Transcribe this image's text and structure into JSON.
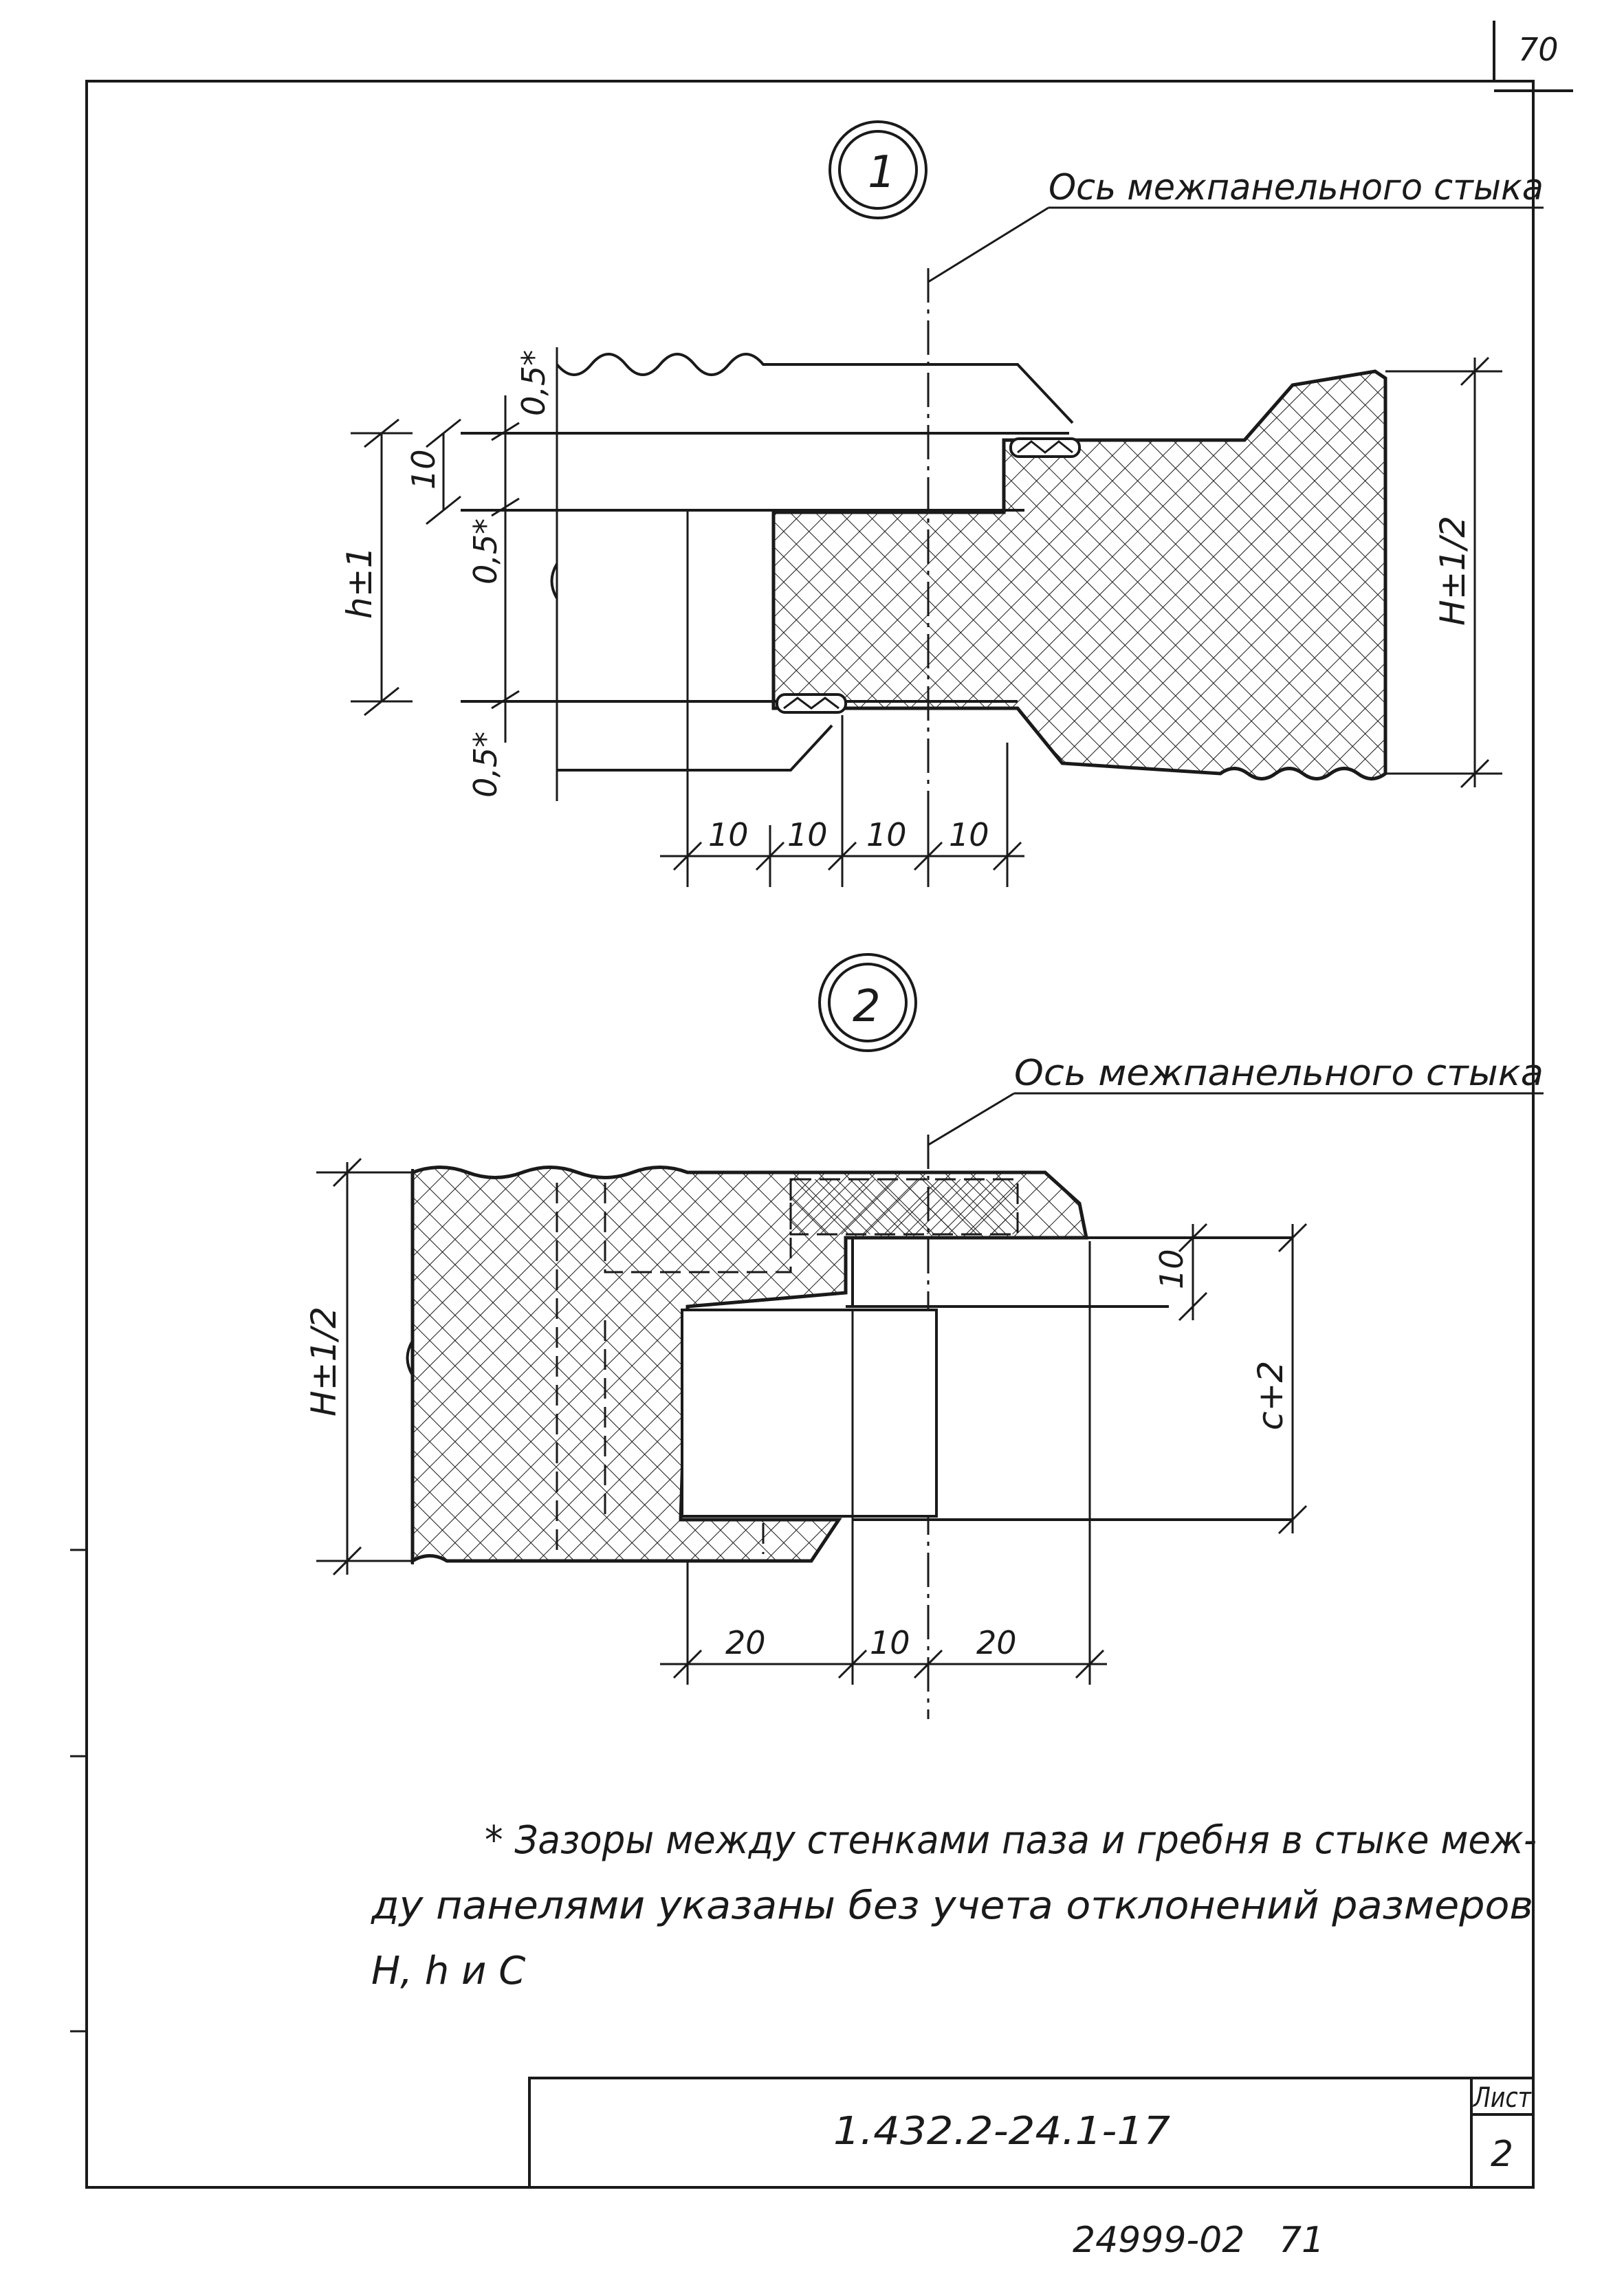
{
  "sheet": {
    "page_number_top": "70",
    "page_number_bottom": "24999-02   71"
  },
  "detail1": {
    "callout_number": "1",
    "axis_label": "Ось межпанельного стыка",
    "dims": {
      "gap_top": "0,5*",
      "ten_vertical": "10",
      "gap_middle": "0,5*",
      "gap_bottom": "0,5*",
      "h_dim": "h±1",
      "H_dim": "H±1/2",
      "bottom": [
        "10",
        "10",
        "10",
        "10"
      ]
    }
  },
  "detail2": {
    "callout_number": "2",
    "axis_label": "Ось межпанельного стыка",
    "dims": {
      "H_dim": "H±1/2",
      "ten_vertical": "10",
      "c_dim": "c+2",
      "bottom": [
        "20",
        "10",
        "20"
      ]
    }
  },
  "note": {
    "lines": [
      "* Зазоры между стенками паза и гребня в стыке меж-",
      "ду панелями указаны без учета отклонений размеров",
      "H, h и C"
    ]
  },
  "title_block": {
    "code": "1.432.2-24.1-17",
    "sheet_label": "Лист",
    "sheet_number": "2"
  }
}
